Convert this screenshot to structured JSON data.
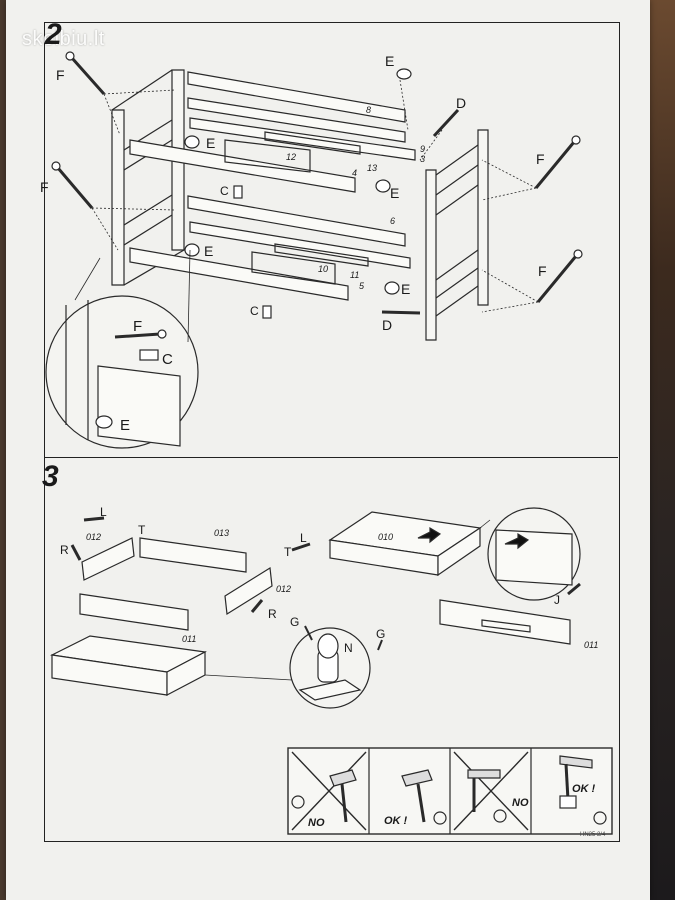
{
  "watermark": "skelbiu.lt",
  "steps": {
    "step2": "2",
    "step3": "3"
  },
  "step2_labels": {
    "E": "E",
    "D": "D",
    "F": "F",
    "C": "C",
    "n8": "8",
    "n12": "12",
    "n13": "13",
    "n4": "4",
    "n9": "9",
    "n3": "3",
    "n6": "6",
    "n10": "10",
    "n11": "11",
    "n5": "5"
  },
  "step3_labels": {
    "L": "L",
    "T": "T",
    "R": "R",
    "G": "G",
    "N": "N",
    "J": "J",
    "p012": "012",
    "p013": "013",
    "p011": "011",
    "p010": "010"
  },
  "tips": [
    "NO",
    "OK !",
    "NO",
    "OK !"
  ],
  "footer": "HN25 2/4",
  "colors": {
    "paper": "#f1f1ee",
    "ink": "#1a1a1a"
  }
}
